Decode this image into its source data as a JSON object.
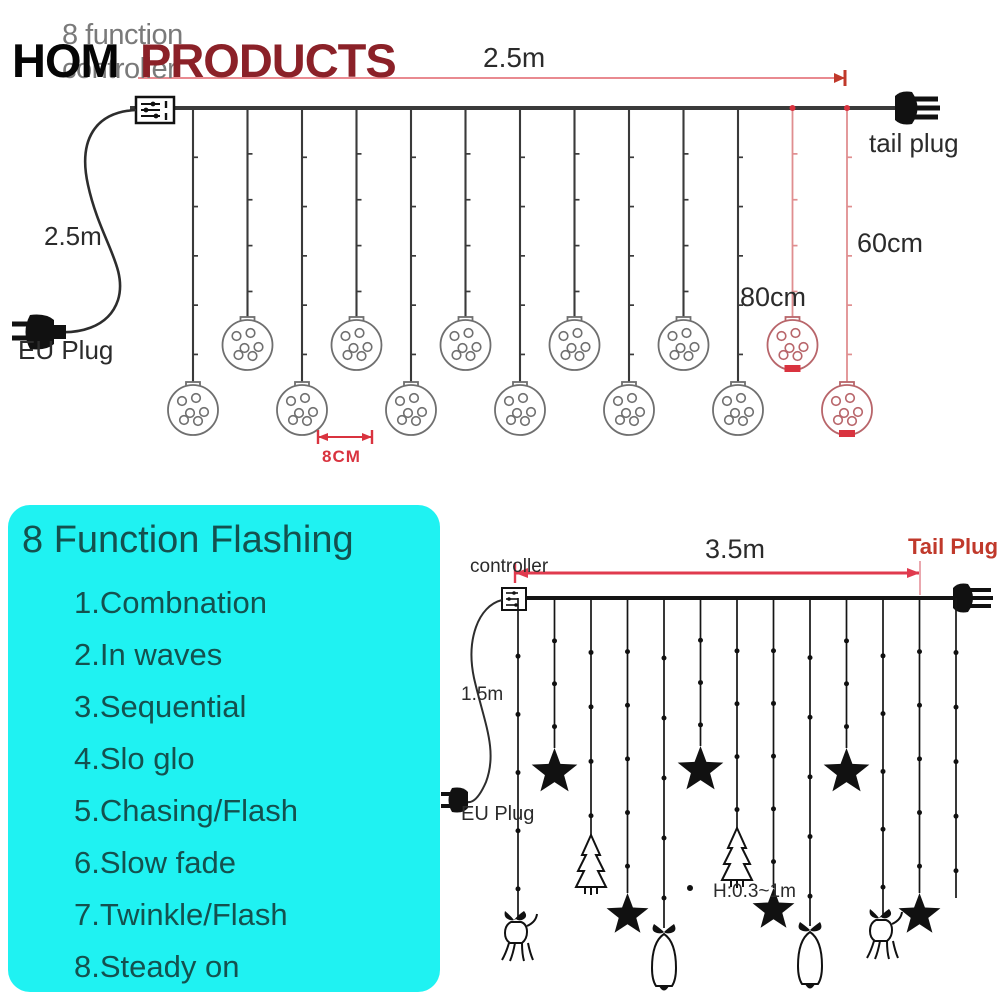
{
  "branding": {
    "logo_primary": "HOM",
    "logo_secondary": "PRODUCTS",
    "watermark_line1": "8 function",
    "watermark_line2": "controller"
  },
  "top_diagram": {
    "name": "ball-curtain-light-diagram",
    "labels": {
      "span_length": "2.5m",
      "lead_length": "2.5m",
      "plug": "EU Plug",
      "tail_plug": "tail plug",
      "drop_long": "80cm",
      "drop_short": "60cm",
      "ball_diameter": "8CM"
    },
    "strand_count": 13,
    "ornament": "ball",
    "colors": {
      "wire": "#3a3a3a",
      "dimension_red": "#d9333f",
      "dimension_pink": "#e98a90",
      "ball_stroke": "#6f6f6f"
    }
  },
  "function_panel": {
    "title": "8 Function Flashing",
    "background_color": "#1ff2f2",
    "text_color": "#14514f",
    "items": [
      "1.Combnation",
      "2.In waves",
      "3.Sequential",
      "4.Slo glo",
      "5.Chasing/Flash",
      "6.Slow fade",
      "7.Twinkle/Flash",
      "8.Steady on"
    ]
  },
  "bottom_diagram": {
    "name": "star-curtain-light-diagram",
    "labels": {
      "controller": "controller",
      "span_length": "3.5m",
      "tail_plug": "Tail Plug",
      "lead_length": "1.5m",
      "plug": "EU Plug",
      "drop_height": "H:0.3~1m"
    },
    "strand_count": 13,
    "ornaments": [
      "reindeer",
      "star",
      "tree",
      "star",
      "bell",
      "star",
      "tree",
      "star",
      "bell",
      "reindeer",
      "star"
    ],
    "colors": {
      "wire": "#151515",
      "dimension_red": "#e03a4e",
      "tail_plug_text": "#e03a4e"
    }
  }
}
